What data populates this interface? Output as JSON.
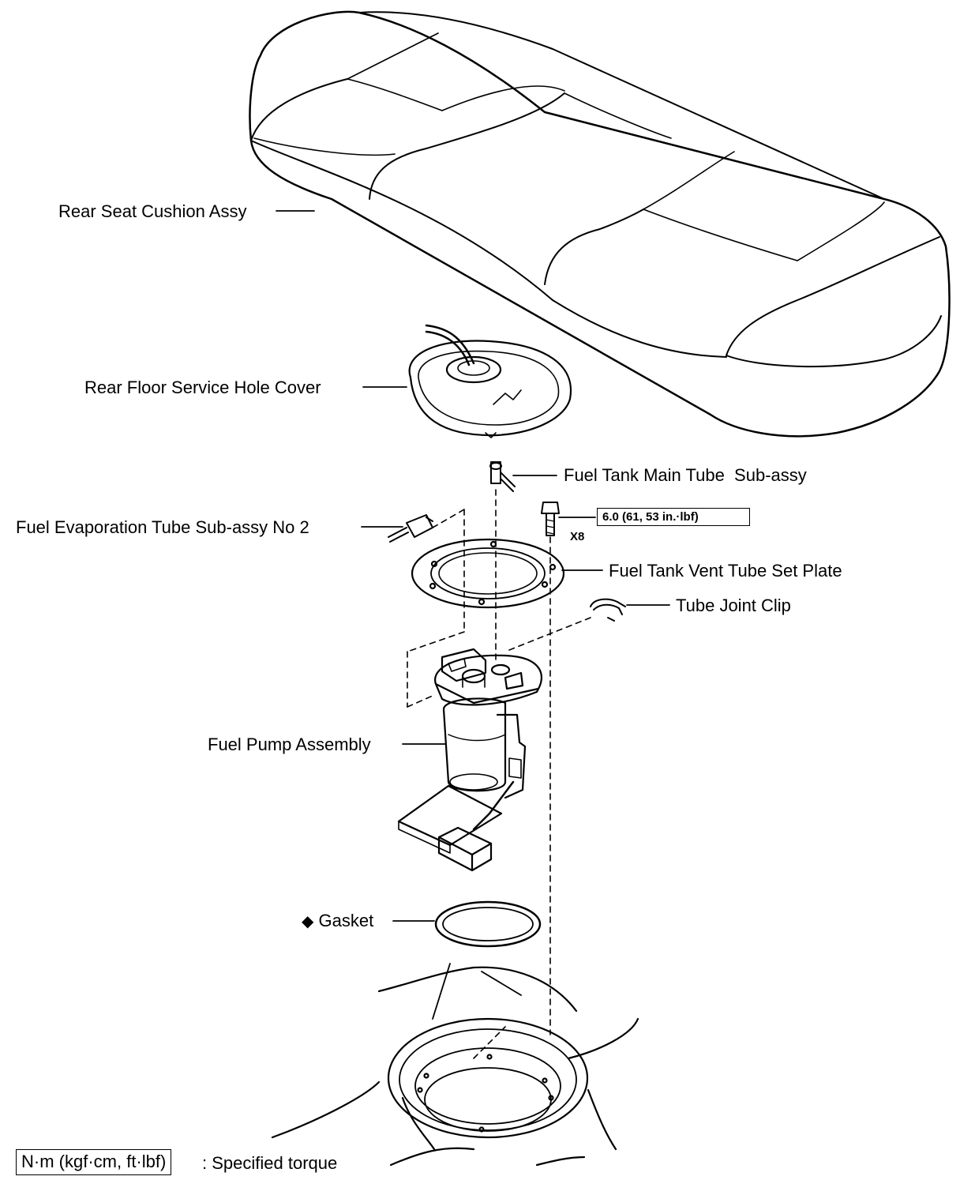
{
  "parts": {
    "rear_seat_cushion": "Rear Seat Cushion Assy",
    "service_hole_cover": "Rear Floor Service Hole Cover",
    "main_tube": "Fuel Tank Main Tube  Sub-assy",
    "evaporation_tube": "Fuel Evaporation Tube Sub-assy No 2",
    "vent_tube_plate": "Fuel Tank Vent Tube Set Plate",
    "tube_joint_clip": "Tube Joint Clip",
    "fuel_pump": "Fuel Pump Assembly",
    "gasket": "Gasket"
  },
  "non_reusable_symbol": "◆",
  "torque": {
    "value": "6.0 (61, 53 in.·lbf)",
    "quantity": "X8"
  },
  "legend": {
    "box_text": "N·m (kgf·cm, ft·lbf)",
    "description": ": Specified torque"
  }
}
